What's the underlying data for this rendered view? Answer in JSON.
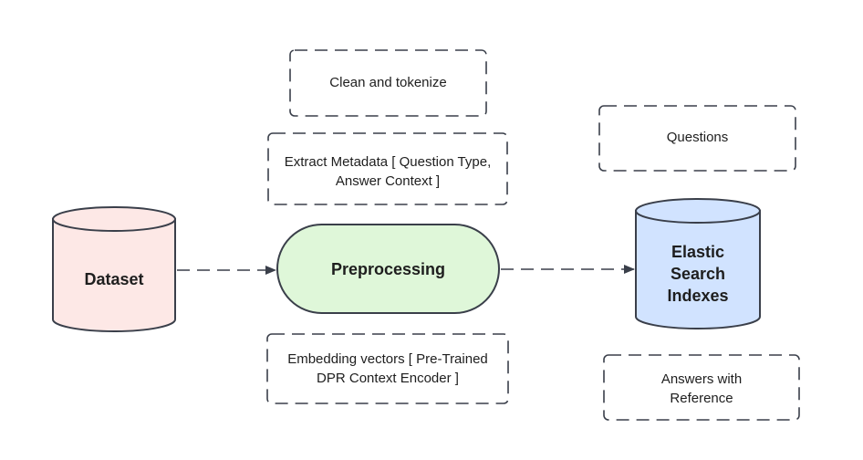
{
  "nodes": {
    "dataset": {
      "label": "Dataset",
      "fill": "#fde8e6"
    },
    "preprocessing": {
      "label": "Preprocessing",
      "fill": "#dff7d9"
    },
    "elastic": {
      "lines": [
        "Elastic",
        "Search",
        "Indexes"
      ],
      "fill": "#d1e3ff"
    }
  },
  "notes": {
    "clean": {
      "lines": [
        "Clean and tokenize"
      ]
    },
    "metadata": {
      "lines": [
        "Extract Metadata [ Question Type,",
        "Answer Context ]"
      ]
    },
    "embedding": {
      "lines": [
        "Embedding vectors [ Pre-Trained",
        "DPR Context Encoder ]"
      ]
    },
    "questions": {
      "lines": [
        "Questions"
      ]
    },
    "answers": {
      "lines": [
        "Answers with",
        "Reference"
      ]
    }
  },
  "colors": {
    "stroke": "#3a3f4a",
    "text": "#1e1e1e"
  }
}
